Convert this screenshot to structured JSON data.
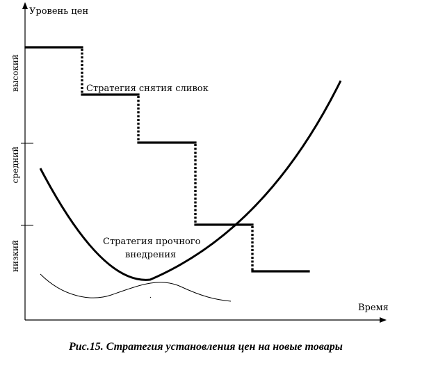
{
  "chart_data": {
    "type": "line",
    "ylabel": "Уровень цен",
    "xlabel": "Время",
    "y_levels": [
      "высокий",
      "средний",
      "низкий"
    ],
    "skimming_label": "Стратегия снятия сливок",
    "penetration_label_line1": "Стратегия прочного",
    "penetration_label_line2": "внедрения",
    "caption": "Рис.15. Стратегия установления цен на новые товары",
    "colors": {
      "ink": "#000000",
      "background": "#ffffff"
    }
  }
}
